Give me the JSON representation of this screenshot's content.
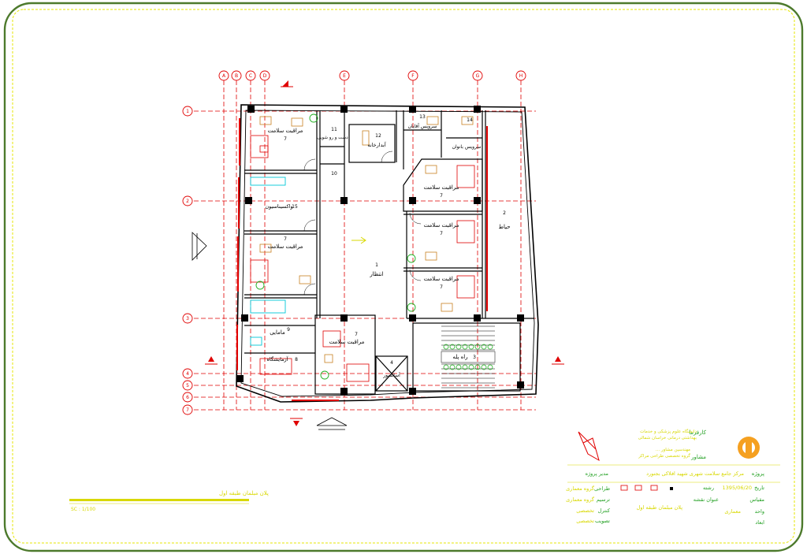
{
  "colors": {
    "frame": "#4d7a2c",
    "inner_frame": "#e6e600",
    "grid": "#e00000",
    "wall": "#000000",
    "column": "#000000",
    "label": "#000000",
    "furniture": "#c88020",
    "green_symbol": "#22b022",
    "cyan_fixture": "#00c8d8",
    "yellow_text": "#d8d800"
  },
  "grid_axes": {
    "columns": [
      "A",
      "B",
      "C",
      "D",
      "E",
      "F",
      "G",
      "H"
    ],
    "rows": [
      "1",
      "2",
      "3",
      "4",
      "5",
      "6",
      "7"
    ]
  },
  "rooms": [
    {
      "id": "r1",
      "num": "7",
      "label": "مراقبت سلامت"
    },
    {
      "id": "r2",
      "num": "11",
      "label": "دست و رو شویی"
    },
    {
      "id": "r3",
      "num": "12",
      "label": "آبدارخانه"
    },
    {
      "id": "r4",
      "num": "13",
      "label": "سرویس آقایان"
    },
    {
      "id": "r5",
      "num": "14",
      "label": "سرویس بانوان"
    },
    {
      "id": "r6",
      "num": "10",
      "label": ""
    },
    {
      "id": "r7",
      "num": "15",
      "label": "واکسیناسیون"
    },
    {
      "id": "r8",
      "num": "7",
      "label": "مراقبت سلامت"
    },
    {
      "id": "r9",
      "num": "7",
      "label": "مراقبت سلامت"
    },
    {
      "id": "r10",
      "num": "7",
      "label": "مراقبت سلامت"
    },
    {
      "id": "r11",
      "num": "2",
      "label": "حیاط"
    },
    {
      "id": "r12",
      "num": "1",
      "label": "انتظار"
    },
    {
      "id": "r13",
      "num": "7",
      "label": "مراقبت سلامت"
    },
    {
      "id": "r14",
      "num": "9",
      "label": "مامایی"
    },
    {
      "id": "r15",
      "num": "8",
      "label": "آزمایشگاه"
    },
    {
      "id": "r16",
      "num": "7",
      "label": "مراقبت سلامت"
    },
    {
      "id": "r17",
      "num": "4",
      "label": "آسانسور"
    },
    {
      "id": "r18",
      "num": "3",
      "label": "راه پله"
    }
  ],
  "plan_caption": {
    "title": "پلان مبلمان طبقه اول",
    "scale": "SC : 1/100"
  },
  "title_block": {
    "employer_label": "کارفرما",
    "employer_line1": "دانشگاه علوم پزشکی و خدمات",
    "employer_line2": "بهداشتی درمانی خراسان شمالی",
    "consultant_label": "مشاور",
    "consultant_line1": "مهندسین مشاور ...",
    "consultant_line2": "گروه تخصصی طراحی مراکز",
    "project_label": "پروژه",
    "project_name": "مرکز جامع سلامت شهری شهید افلاکی بجنورد",
    "supervisor_label": "مدیر پروژه",
    "date_label": "تاریخ",
    "date_value": "1395/06/20",
    "revision_label": "رشته",
    "sheet_title_label": "عنوان نقشه",
    "sheet_title_value": "پلان مبلمان طبقه اول",
    "scale_label": "مقیاس",
    "code_label": "واحد",
    "code_value": "معماری",
    "dim_label": "ابعاد",
    "design_label": "طراحی",
    "design_value": "گروه معماری",
    "draft_label": "ترسیم",
    "draft_value": "گروه معماری",
    "check_label": "کنترل",
    "check_value": "تخصصی",
    "approve_label": "تصویب",
    "approve_value": "تخصصی"
  }
}
